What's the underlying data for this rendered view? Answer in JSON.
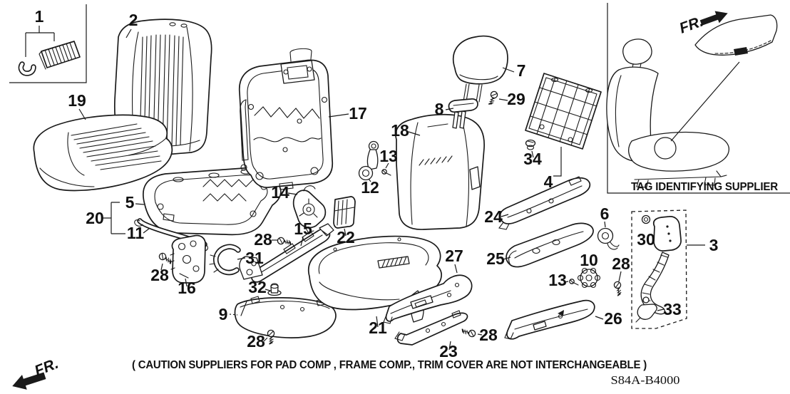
{
  "doc": {
    "code": "S84A-B4000",
    "caution": "( CAUTION  SUPPLIERS FOR PAD COMP , FRAME COMP., TRIM COVER ARE NOT INTERCHANGEABLE )",
    "front_marker": "FR.",
    "inset_caption": "TAG IDENTIFYING SUPPLIER",
    "ink": "#1a1a1a",
    "paper": "#ffffff"
  },
  "callouts": [
    {
      "n": "1"
    },
    {
      "n": "2"
    },
    {
      "n": "19"
    },
    {
      "n": "17"
    },
    {
      "n": "7"
    },
    {
      "n": "29"
    },
    {
      "n": "8"
    },
    {
      "n": "18"
    },
    {
      "n": "13"
    },
    {
      "n": "12"
    },
    {
      "n": "34"
    },
    {
      "n": "4"
    },
    {
      "n": "24"
    },
    {
      "n": "6"
    },
    {
      "n": "30"
    },
    {
      "n": "3"
    },
    {
      "n": "25"
    },
    {
      "n": "10"
    },
    {
      "n": "13"
    },
    {
      "n": "28"
    },
    {
      "n": "33"
    },
    {
      "n": "26"
    },
    {
      "n": "27"
    },
    {
      "n": "21"
    },
    {
      "n": "23"
    },
    {
      "n": "28"
    },
    {
      "n": "15"
    },
    {
      "n": "22"
    },
    {
      "n": "14"
    },
    {
      "n": "31"
    },
    {
      "n": "28"
    },
    {
      "n": "5"
    },
    {
      "n": "20"
    },
    {
      "n": "11"
    },
    {
      "n": "16"
    },
    {
      "n": "28"
    },
    {
      "n": "32"
    },
    {
      "n": "9"
    },
    {
      "n": "28"
    }
  ]
}
